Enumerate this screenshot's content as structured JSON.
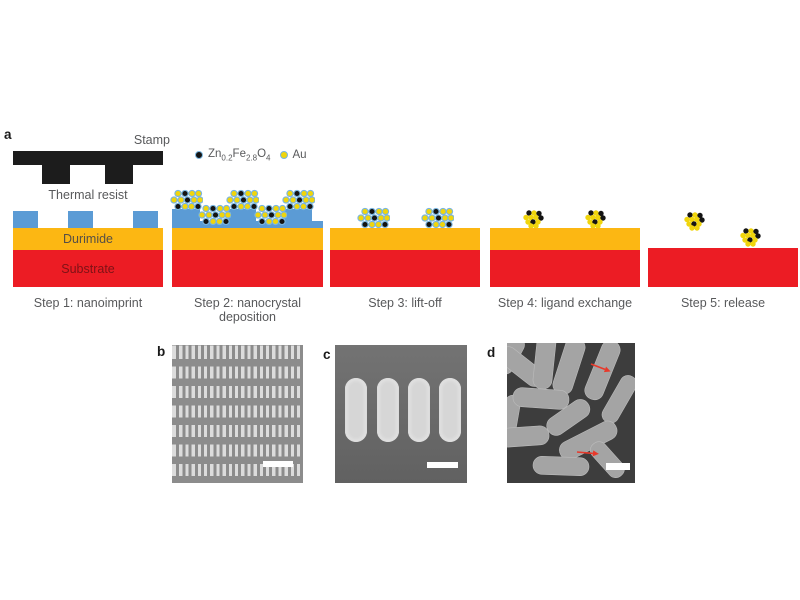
{
  "colors": {
    "stamp-black": "#1c1c1c",
    "resist-blue": "#5b9bd5",
    "durimide-yellow": "#fcb713",
    "substrate-red": "#ec1c24",
    "au-dot": "#f0d50c",
    "nanocrystal-dot": "#141414",
    "dot-outline": "#7ab5de",
    "label-gray": "#58595b",
    "durimide-text": "#564f45",
    "substrate-text": "#7e1216",
    "arrow-red": "#e8392b",
    "scalebar-white": "#ffffff",
    "sem-b-bg": "#8c8c8c",
    "sem-bar": "#dcdcdc",
    "sem-pill": "#d6d6d6",
    "sem-d-bg": "#3d3d3d",
    "sem-rod": "#a4a4a4"
  },
  "panel_a": {
    "label": "a",
    "stamp_label": "Stamp",
    "thermal_resist_label": "Thermal resist",
    "legend": {
      "series1": {
        "p1": "Zn",
        "s1": "0.2",
        "p2": "Fe",
        "s2": "2.8",
        "p3": "O",
        "s3": "4"
      },
      "series2": "Au"
    },
    "layers": {
      "durimide": "Durimide",
      "substrate": "Substrate"
    },
    "steps": [
      {
        "caption": "Step 1: nanoimprint"
      },
      {
        "caption_line1": "Step 2: nanocrystal",
        "caption_line2": "deposition"
      },
      {
        "caption": "Step 3: lift-off"
      },
      {
        "caption": "Step 4: ligand exchange"
      },
      {
        "caption": "Step 5: release"
      }
    ]
  },
  "panel_b": {
    "label": "b"
  },
  "panel_c": {
    "label": "c"
  },
  "panel_d": {
    "label": "d"
  }
}
